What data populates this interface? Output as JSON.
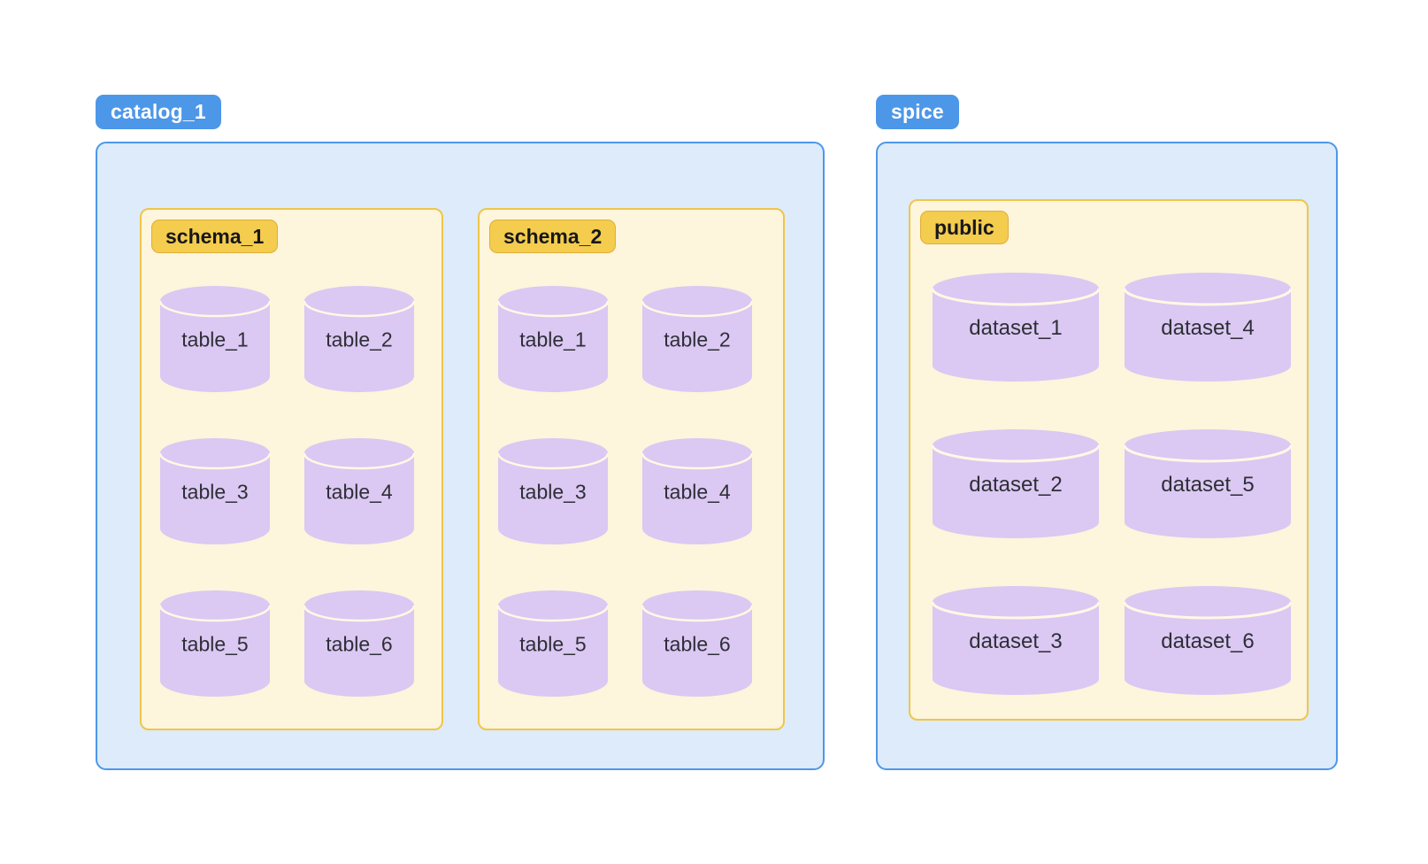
{
  "colors": {
    "page_background": "#FFFFFF",
    "catalog_badge_blue": "#4D97E8",
    "catalog_fill_light_blue": "#DDEBFB",
    "schema_fill_cream": "#FDF5DC",
    "schema_border_yellow": "#EFC64A",
    "schema_badge_yellow": "#F4CC4E",
    "cylinder_purple": "#DBC8F3",
    "cylinder_separator": "#FFF9E4",
    "label_dark": "#2E2F36",
    "badge_text_white": "#FFFFFF",
    "badge_text_dark": "#17171B"
  },
  "catalogs": [
    {
      "label": "catalog_1",
      "schemas": [
        {
          "label": "schema_1",
          "items": [
            "table_1",
            "table_2",
            "table_3",
            "table_4",
            "table_5",
            "table_6"
          ]
        },
        {
          "label": "schema_2",
          "items": [
            "table_1",
            "table_2",
            "table_3",
            "table_4",
            "table_5",
            "table_6"
          ]
        }
      ]
    },
    {
      "label": "spice",
      "schemas": [
        {
          "label": "public",
          "items": [
            "dataset_1",
            "dataset_2",
            "dataset_3",
            "dataset_4",
            "dataset_5",
            "dataset_6"
          ]
        }
      ]
    }
  ]
}
